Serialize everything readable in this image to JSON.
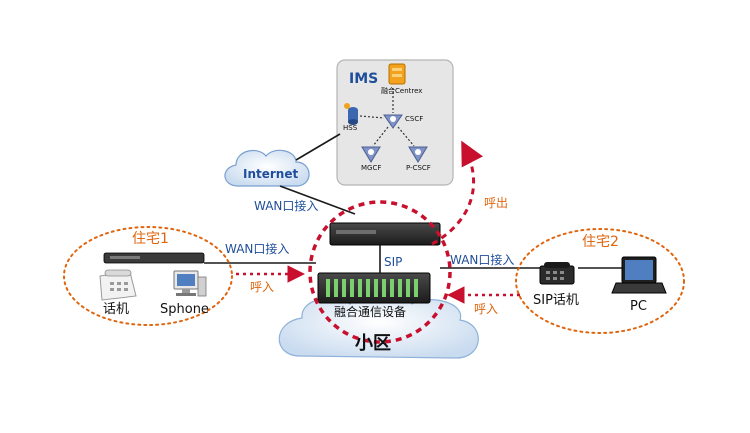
{
  "ims": {
    "title": "IMS",
    "centrex": "融合Centrex",
    "cscf": "CSCF",
    "hss": "HSS",
    "mgcf": "MGCF",
    "pcscf": "P-CSCF"
  },
  "internet": {
    "label": "Internet"
  },
  "links": {
    "wan_top": "WAN口接入",
    "wan_left": "WAN口接入",
    "wan_right": "WAN口接入",
    "sip": "SIP",
    "call_out": "呼出",
    "call_in_left": "呼入",
    "call_in_right": "呼入"
  },
  "residence1": {
    "title": "住宅1",
    "phone": "话机",
    "sphone": "Sphone"
  },
  "residence2": {
    "title": "住宅2",
    "sip_phone": "SIP话机",
    "pc": "PC"
  },
  "center": {
    "device": "融合通信设备",
    "community": "小区"
  },
  "colors": {
    "blue_text": "#1f4e9a",
    "orange": "#e0650f",
    "red_dash": "#c8102e",
    "panel": "#e6e6e6"
  }
}
